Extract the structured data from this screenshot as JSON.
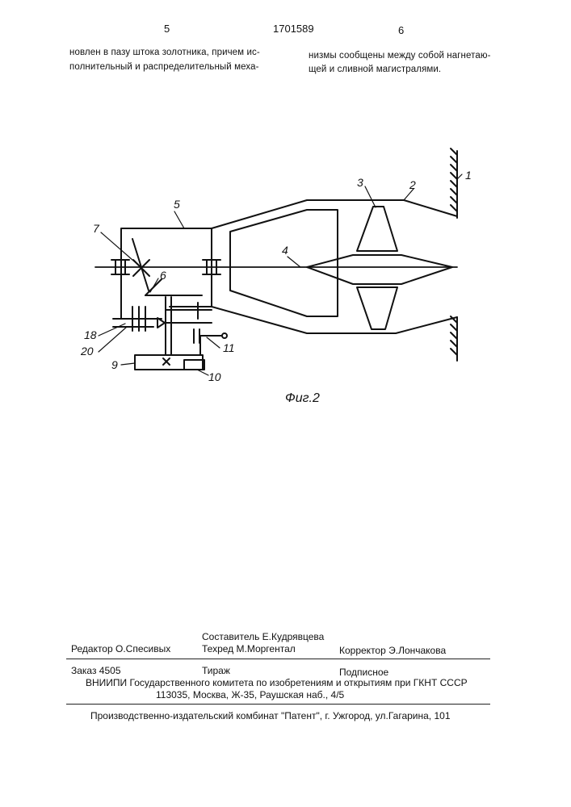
{
  "header": {
    "page_left": "5",
    "patent_number": "1701589",
    "page_right": "6"
  },
  "text": {
    "left_line1": "новлен в пазу штока золотника, причем ис-",
    "left_line2": "полнительный и распределительный меха-",
    "right_line1": "низмы сообщены между собой нагнетаю-",
    "right_line2": "щей и сливной магистралями."
  },
  "figure": {
    "caption": "Фиг.2",
    "labels": {
      "l1": "1",
      "l2": "2",
      "l3": "3",
      "l4": "4",
      "l5": "5",
      "l6": "6",
      "l7": "7",
      "l9": "9",
      "l10": "10",
      "l11": "11",
      "l18": "18",
      "l20": "20"
    }
  },
  "footer": {
    "compiler": "Составитель Е.Кудрявцева",
    "editor": "Редактор О.Спесивых",
    "techred": "Техред М.Моргентал",
    "corrector": "Корректор Э.Лончакова",
    "order": "Заказ 4505",
    "circulation": "Тираж",
    "subscription": "Подписное",
    "institute": "ВНИИПИ Государственного комитета по изобретениям и открытиям при ГКНТ СССР",
    "address": "113035, Москва, Ж-35, Раушская наб., 4/5",
    "publisher": "Производственно-издательский комбинат \"Патент\", г. Ужгород, ул.Гагарина, 101"
  }
}
